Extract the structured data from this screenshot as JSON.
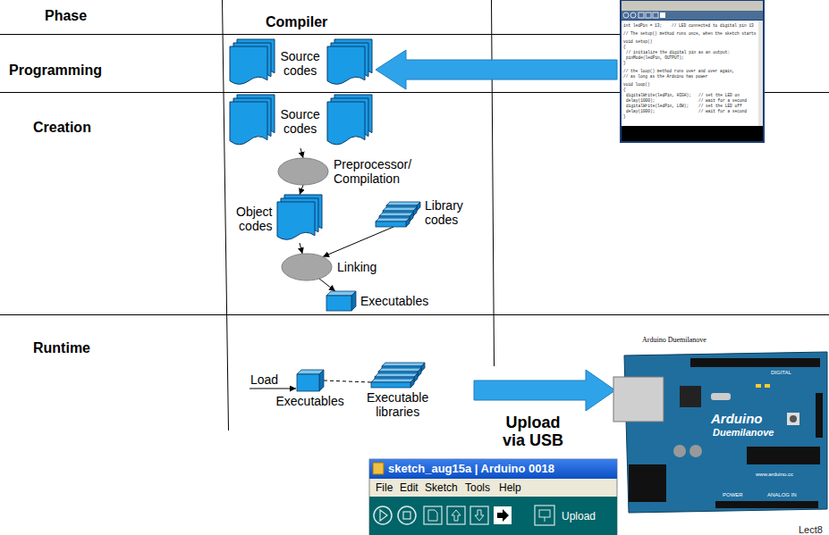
{
  "diagram": {
    "nodes": [
      {
        "text": [
          "Source codes"
        ]
      },
      {
        "text": [
          "Source codes"
        ]
      },
      {
        "text": [
          "Preprocessor/ Compilation"
        ]
      },
      {
        "text": [
          "Object codes"
        ]
      },
      {
        "text": [
          "Library codes"
        ]
      },
      {
        "text": [
          "Linking"
        ]
      },
      {
        "text": [
          "Executables"
        ]
      },
      {
        "text": [
          "Executables"
        ]
      },
      {
        "text": [
          "Executable libraries"
        ]
      }
    ],
    "edges": [
      {
        "from": 1,
        "to": 2,
        "arrow": "to"
      },
      {
        "from": 2,
        "to": 3,
        "arrow": "to"
      },
      {
        "from": 3,
        "to": 5,
        "arrow": "to"
      },
      {
        "from": 4,
        "to": 5,
        "arrow": "to"
      },
      {
        "from": 5,
        "to": 6,
        "arrow": "to"
      },
      {
        "from": 7,
        "to": 8,
        "arrow": "none"
      }
    ],
    "labels": [
      "Phase",
      "Compiler",
      "Programming",
      "Creation",
      "Runtime",
      "Load",
      "Upload via USB",
      "Arduino Duemilanove",
      "sketch_aug15a | Arduino 0018",
      "File",
      "Edit",
      "Sketch",
      "Tools",
      "Help",
      "Upload",
      "Lect8",
      "int ledPin = 13;    // LED connected to digital pin 13",
      "// The setup() method runs once, when the sketch starts",
      "void setup()",
      "{",
      "// initialize the digital pin as an output:",
      "pinMode(ledPin, OUTPUT);",
      "}",
      "// the loop() method runs over and over again,",
      "// as long as the Arduino has power",
      "void loop()",
      "{",
      "digitalWrite(ledPin, HIGH);   // set the LED on",
      "delay(1000);                  // wait for a second",
      "digitalWrite(ledPin, LOW);    // set the LED off",
      "delay(1000);                  // wait for a second",
      "}",
      "Arduino",
      "Duemilanove",
      "DIGITAL",
      "www.arduino.cc",
      "POWER",
      "ANALOG IN"
    ]
  }
}
